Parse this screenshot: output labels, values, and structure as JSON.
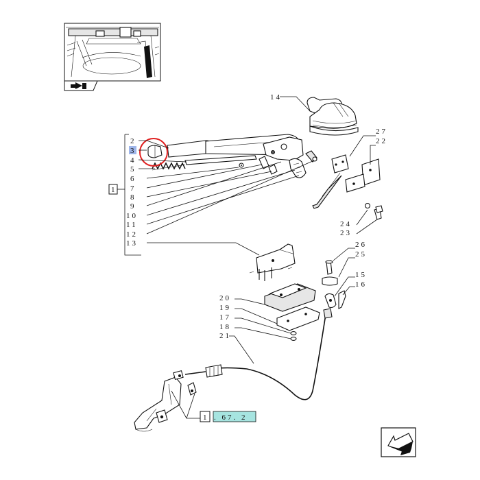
{
  "callouts": {
    "c2": "2",
    "c3": "3",
    "c4": "4",
    "c5": "5",
    "c6": "6",
    "c7": "7",
    "c8": "8",
    "c9": "9",
    "c10": "10",
    "c11": "11",
    "c12": "12",
    "c13": "13",
    "c14": "14",
    "c27": "27",
    "c22": "22",
    "c24": "24",
    "c23": "23",
    "c26": "26",
    "c25": "25",
    "c15": "15",
    "c16": "16",
    "c20": "20",
    "c19": "19",
    "c17": "17",
    "c18": "18",
    "c21": "21"
  },
  "group_marker": "1",
  "ref_box": {
    "prefix": "1",
    "code": ". 67. 2"
  },
  "colors": {
    "highlight_circle": "#e02020",
    "highlight_label": "#9fb6ea",
    "ref_fill": "#a6e4e0"
  }
}
